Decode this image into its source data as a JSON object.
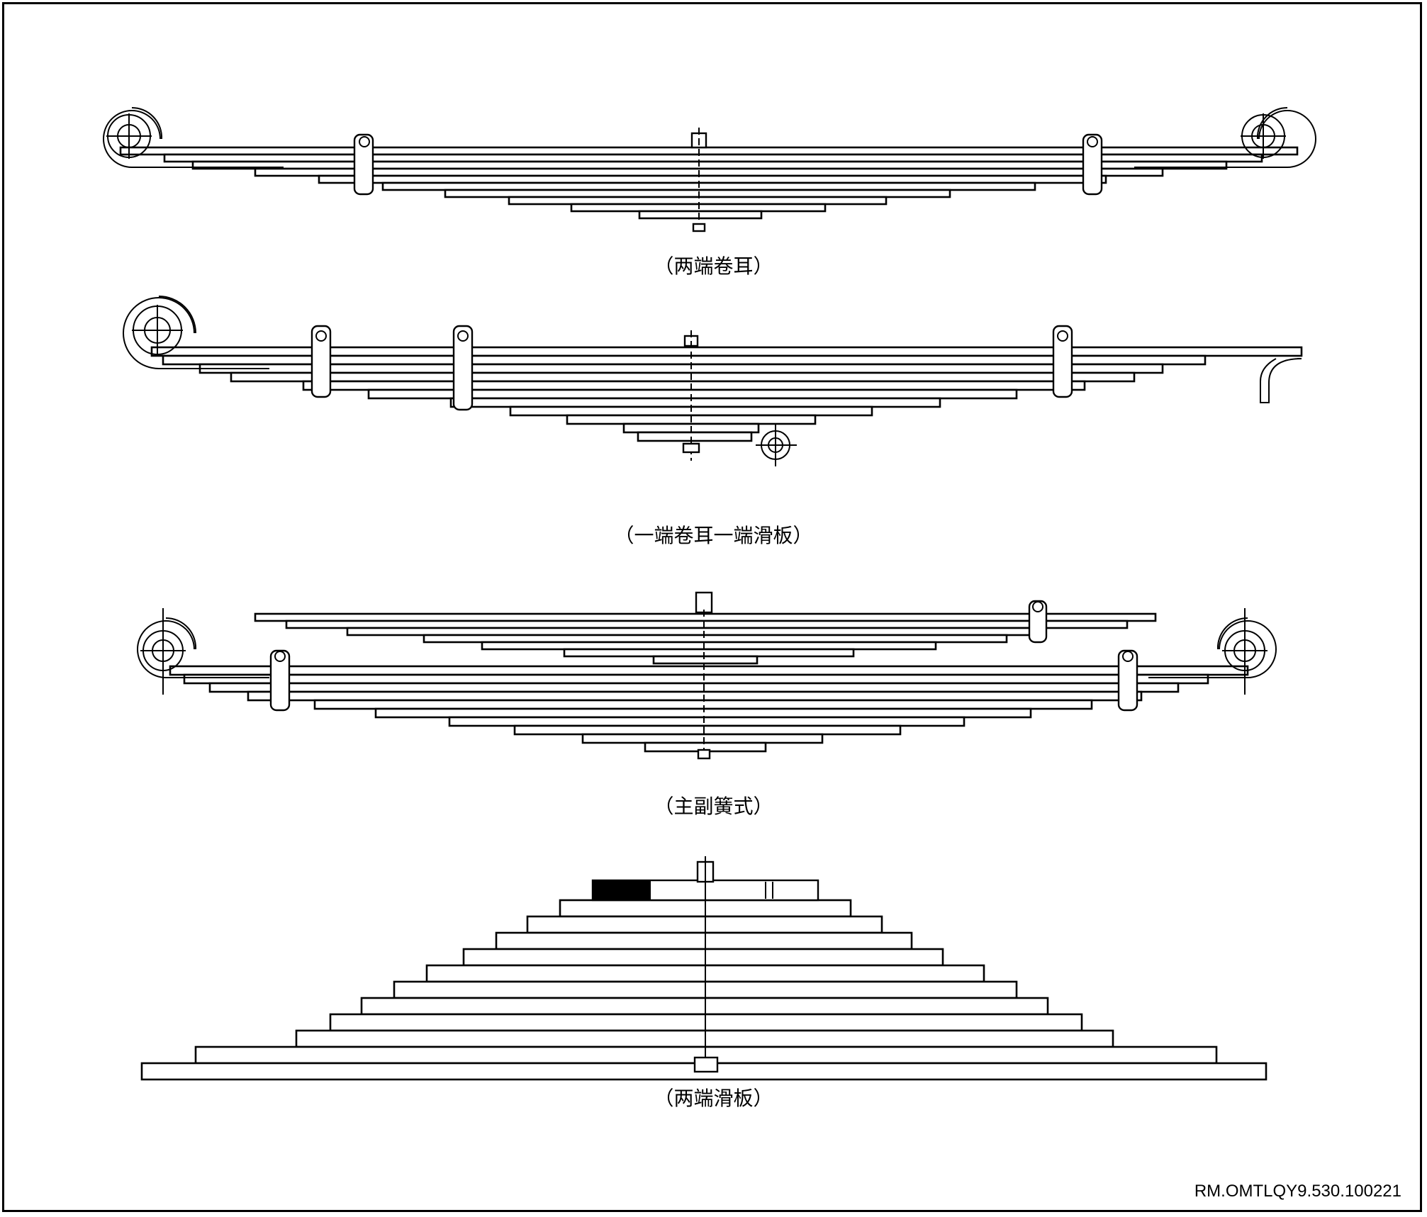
{
  "figures": [
    {
      "caption": "（两端卷耳）"
    },
    {
      "caption": "（一端卷耳一端滑板）"
    },
    {
      "caption": "（主副簧式）"
    },
    {
      "caption": "（两端滑板）"
    }
  ],
  "figure_code": "RM.OMTLQY9.530.100221"
}
